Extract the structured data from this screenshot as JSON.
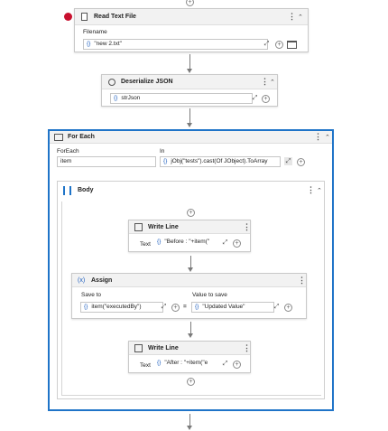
{
  "read_text_file": {
    "title": "Read Text File",
    "filename_label": "Filename",
    "filename_value": "\"new 2.txt\""
  },
  "deserialize_json": {
    "title": "Deserialize JSON",
    "value": "strJson"
  },
  "for_each": {
    "title": "For Each",
    "foreach_label": "ForEach",
    "foreach_value": "item",
    "in_label": "In",
    "in_value": "jObj(\"tests\").cast(Of JObject).ToArray"
  },
  "body": {
    "title": "Body"
  },
  "write_line_1": {
    "title": "Write Line",
    "text_label": "Text",
    "text_value": "\"Before : \"+item(\""
  },
  "assign": {
    "title": "Assign",
    "icon_text": "(x)",
    "save_to_label": "Save to",
    "save_to_value": "item(\"executedBy\")",
    "value_label": "Value to save",
    "value_value": "\"Updated Value\"",
    "equals": "="
  },
  "write_line_2": {
    "title": "Write Line",
    "text_label": "Text",
    "text_value": "\"After : \"+item(\"e"
  },
  "icons": {
    "brace": "{}",
    "plus": "+",
    "kebab": "⋮",
    "collapse": "⌃",
    "expand_field": "⤢",
    "browse": "folder-icon"
  },
  "colors": {
    "selection": "#1f74c8",
    "breakpoint": "#c8102e",
    "brace": "#1f5fbf"
  }
}
